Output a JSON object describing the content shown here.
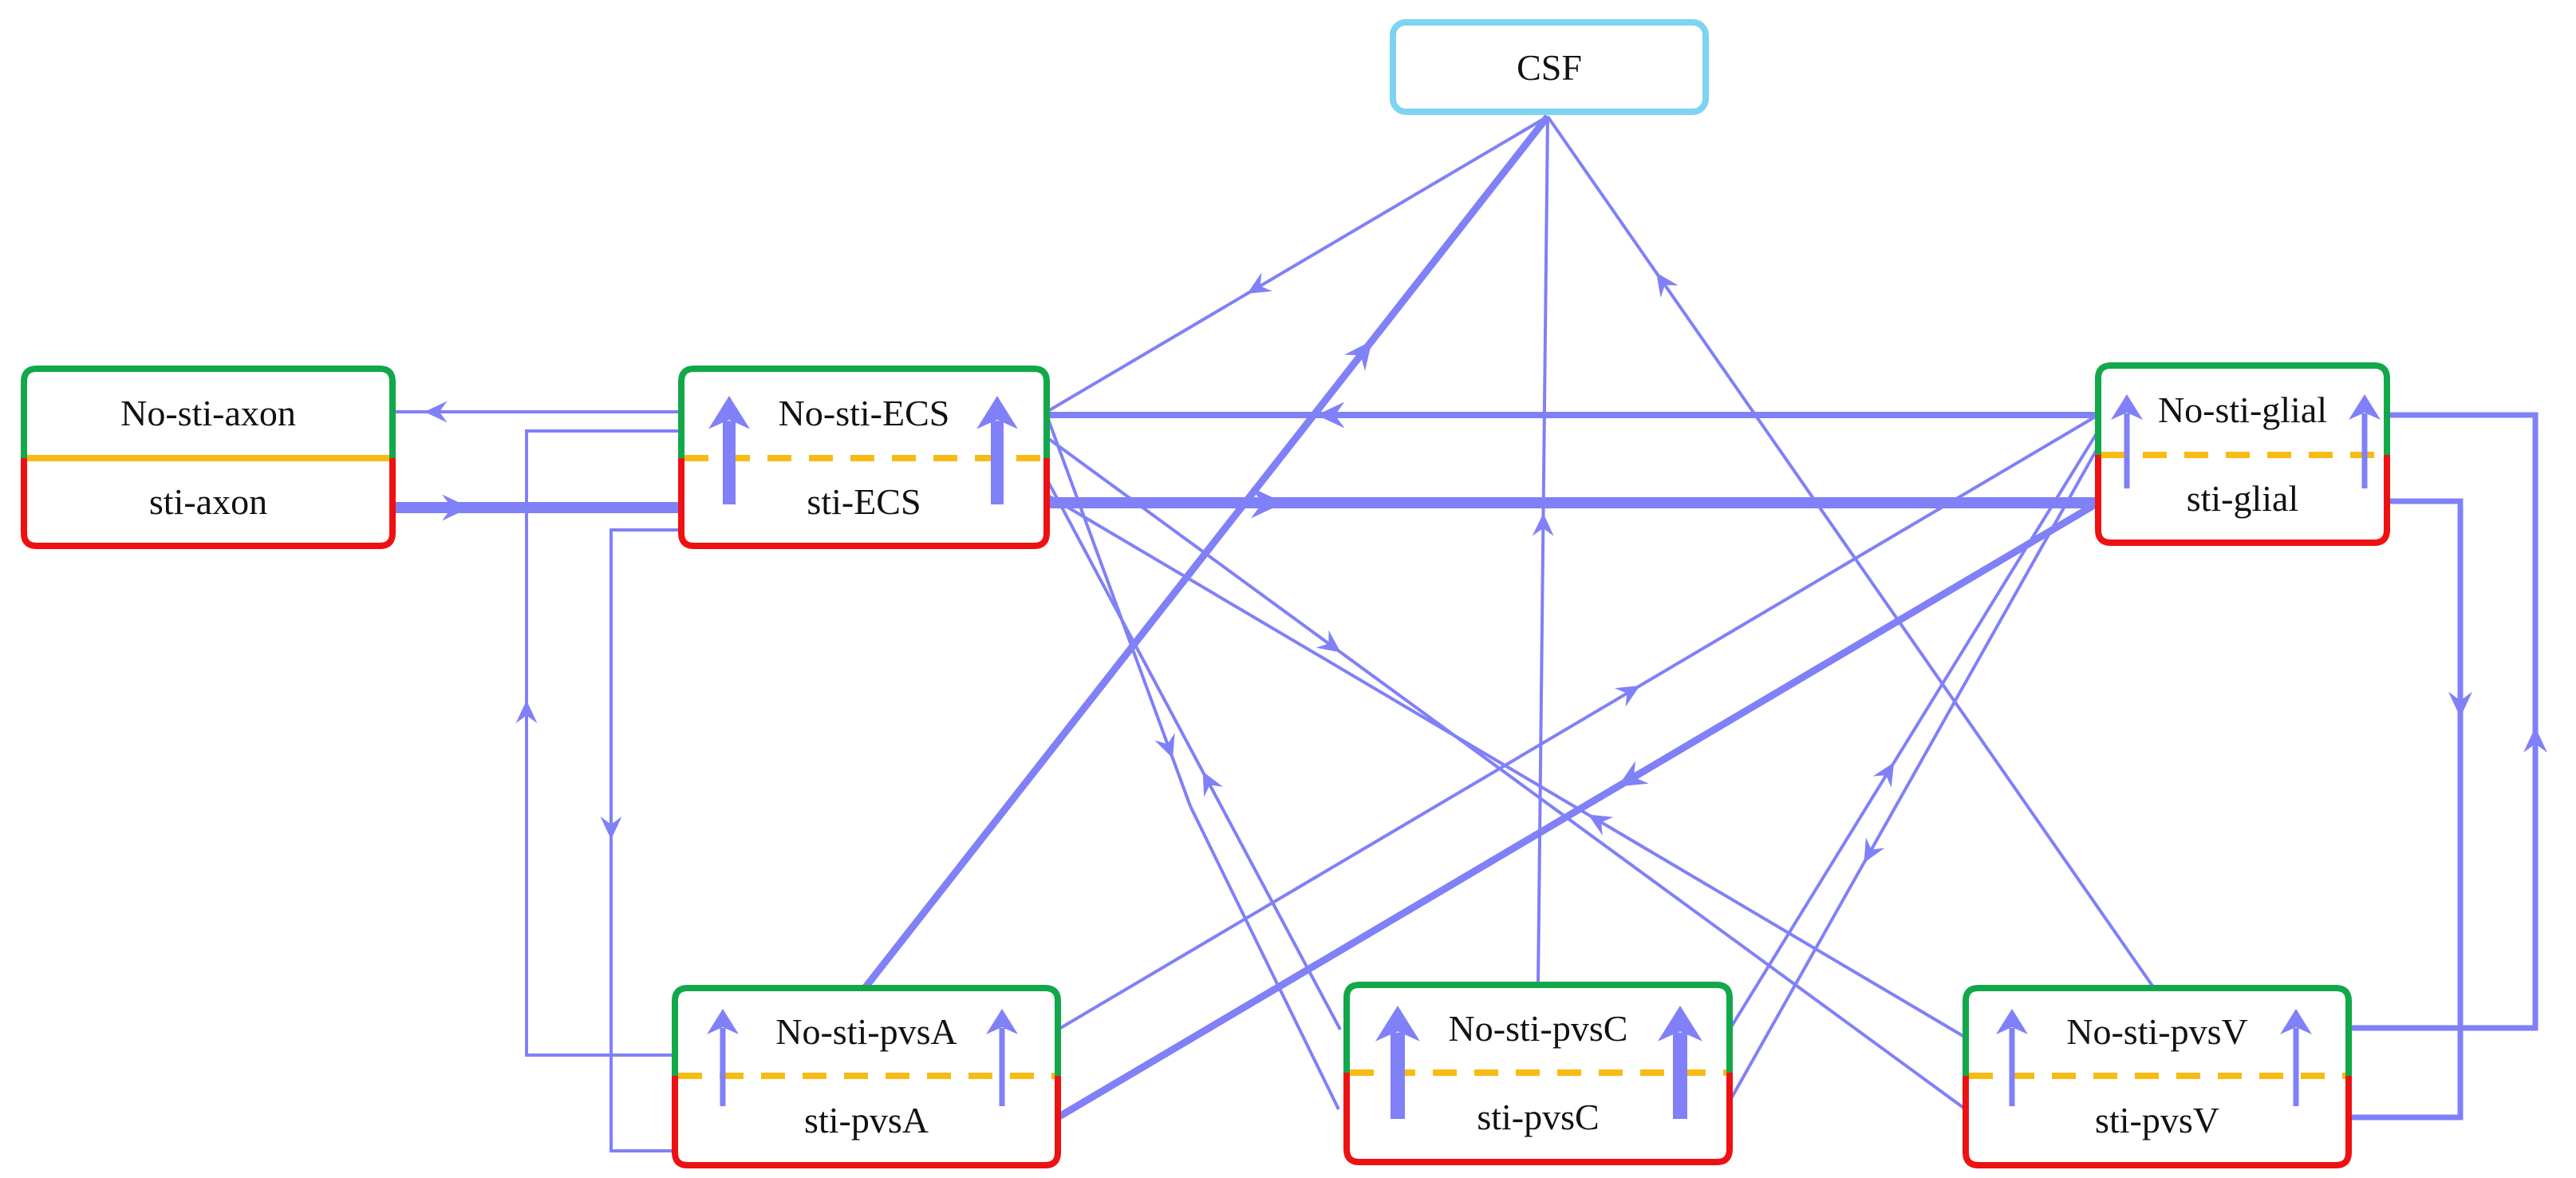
{
  "colors": {
    "flow": "#8080F8",
    "no_sti_border": "#12A84A",
    "sti_border": "#EE1111",
    "divider": "#F7BB14",
    "csf_border": "#7DD3F2"
  },
  "nodes": {
    "csf": {
      "label": "CSF"
    },
    "axon": {
      "top": "No-sti-axon",
      "bottom": "sti-axon"
    },
    "ecs": {
      "top": "No-sti-ECS",
      "bottom": "sti-ECS"
    },
    "glial": {
      "top": "No-sti-glial",
      "bottom": "sti-glial"
    },
    "pvsA": {
      "top": "No-sti-pvsA",
      "bottom": "sti-pvsA"
    },
    "pvsC": {
      "top": "No-sti-pvsC",
      "bottom": "sti-pvsC"
    },
    "pvsV": {
      "top": "No-sti-pvsV",
      "bottom": "sti-pvsV"
    }
  }
}
